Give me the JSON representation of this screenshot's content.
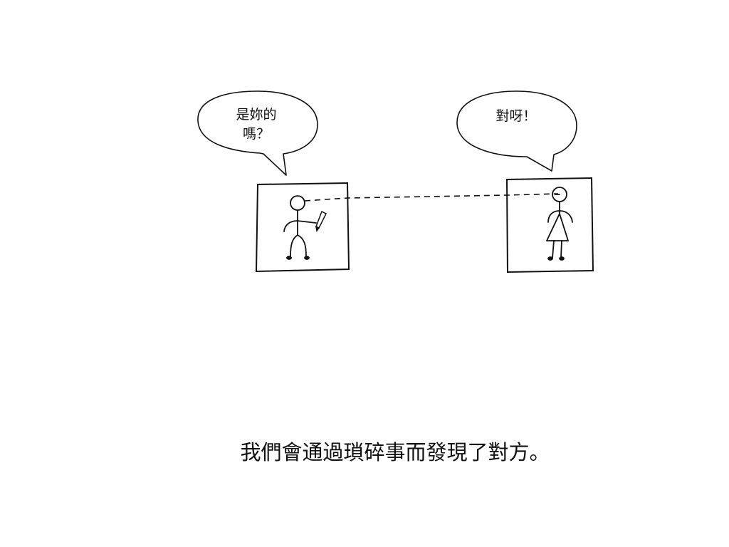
{
  "bubbles": {
    "left": {
      "line1": "是妳的",
      "line2": "嗎？"
    },
    "right": {
      "line1": "對呀！"
    }
  },
  "caption": "我們會通過瑣碎事而發現了對方。",
  "colors": {
    "ink": "#111111",
    "background": "#ffffff"
  }
}
